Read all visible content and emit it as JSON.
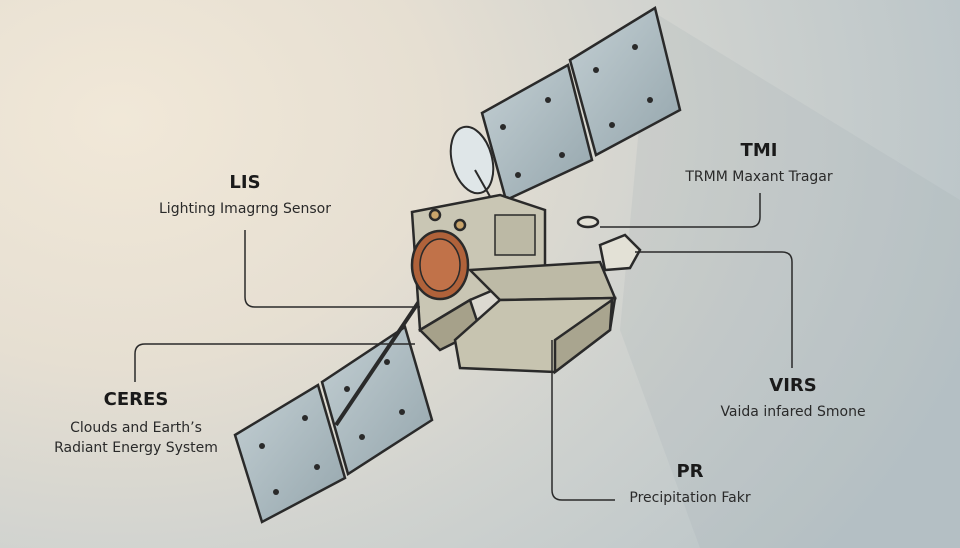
{
  "labels": {
    "lis": {
      "title": "LIS",
      "subtitle": "Lighting Imagrng Sensor"
    },
    "tmi": {
      "title": "TMI",
      "subtitle": "TRMM Maxant Tragar"
    },
    "virs": {
      "title": "VIRS",
      "subtitle": "Vaida infared Smone"
    },
    "pr": {
      "title": "PR",
      "subtitle": "Precipitation Fakr"
    },
    "ceres": {
      "title": "CERES",
      "subtitle_line1": "Clouds and Earth’s",
      "subtitle_line2": "Radiant Energy System"
    }
  },
  "colors": {
    "panel": "#a9b8bd",
    "body": "#c9c6b4",
    "lens": "#b0623a",
    "line": "#2a2a2a"
  }
}
